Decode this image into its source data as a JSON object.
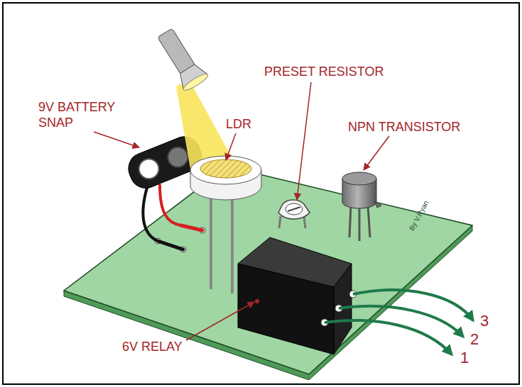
{
  "diagram": {
    "labels": [
      "9V BATTERY SNAP",
      "LDR",
      "PRESET RESISTOR",
      "NPN TRANSISTOR",
      "6V RELAY",
      "3",
      "2",
      "1",
      "By V.Ryan"
    ]
  }
}
